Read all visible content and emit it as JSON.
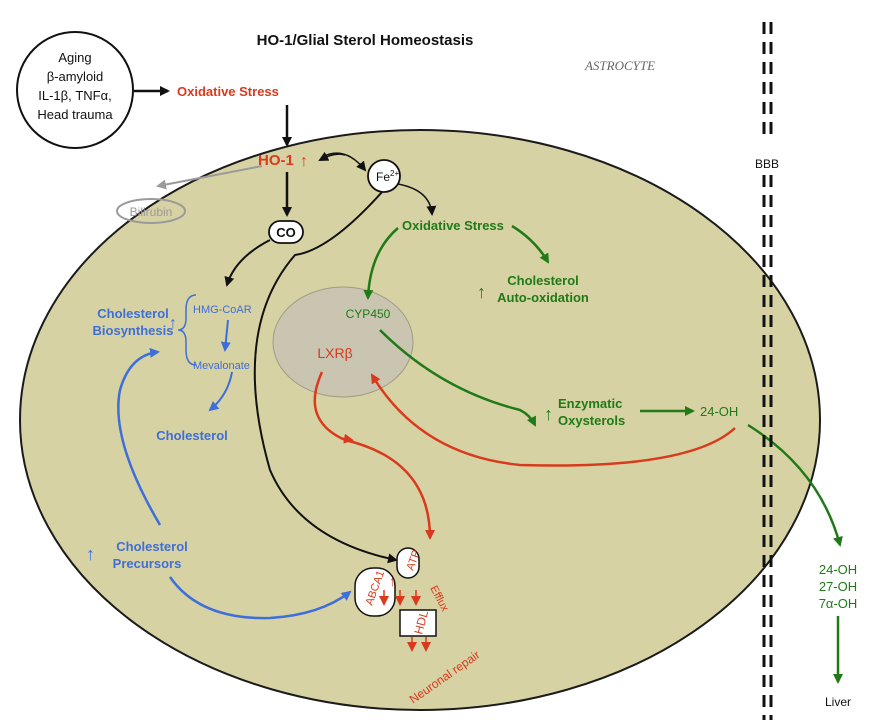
{
  "title": "HO-1/Glial Sterol Homeostasis",
  "cell_label": "ASTROCYTE",
  "bbb_label": "BBB",
  "colors": {
    "cell_fill": "#d7d2a3",
    "cell_edge": "#1b1b1b",
    "nucleus_fill": "#c9c5b0",
    "red": "#d93a1d",
    "green": "#1f7a17",
    "blue": "#3e6fd9",
    "gray": "#9a9a9a",
    "black": "#111111"
  },
  "stressors": [
    "Aging",
    "β-amyloid",
    "IL-1β, TNFα,",
    "Head trauma"
  ],
  "labels": {
    "oxidative_stress_top": "Oxidative Stress",
    "ho1": "HO-1",
    "ho1_arrow": "↑",
    "fe": "Fe",
    "fe_sup": "2+",
    "bilirubin": "Bilirubin",
    "co": "CO",
    "oxidative_stress_inner": "Oxidative Stress",
    "cholesterol_autoox_1": "Cholesterol",
    "cholesterol_autoox_2": "Auto-oxidation",
    "up_arrow": "↑",
    "cyp450": "CYP450",
    "lxr": "LXRβ",
    "chol_biosynth_1": "Cholesterol",
    "chol_biosynth_2": "Biosynthesis",
    "hmg": "HMG-CoAR",
    "mevalonate": "Mevalonate",
    "cholesterol": "Cholesterol",
    "enzymatic_1": "Enzymatic",
    "enzymatic_2": "Oxysterols",
    "oh24": "24-OH",
    "chol_precursors_1": "Cholesterol",
    "chol_precursors_2": "Precursors",
    "abca1": "ABCA1",
    "atp": "ATP",
    "efflux": "Efflux",
    "hdl": "HDL",
    "neuronal_repair": "Neuronal repair",
    "out_oh24": "24-OH",
    "out_oh27": "27-OH",
    "out_oh7a": "7α-OH",
    "liver": "Liver"
  }
}
